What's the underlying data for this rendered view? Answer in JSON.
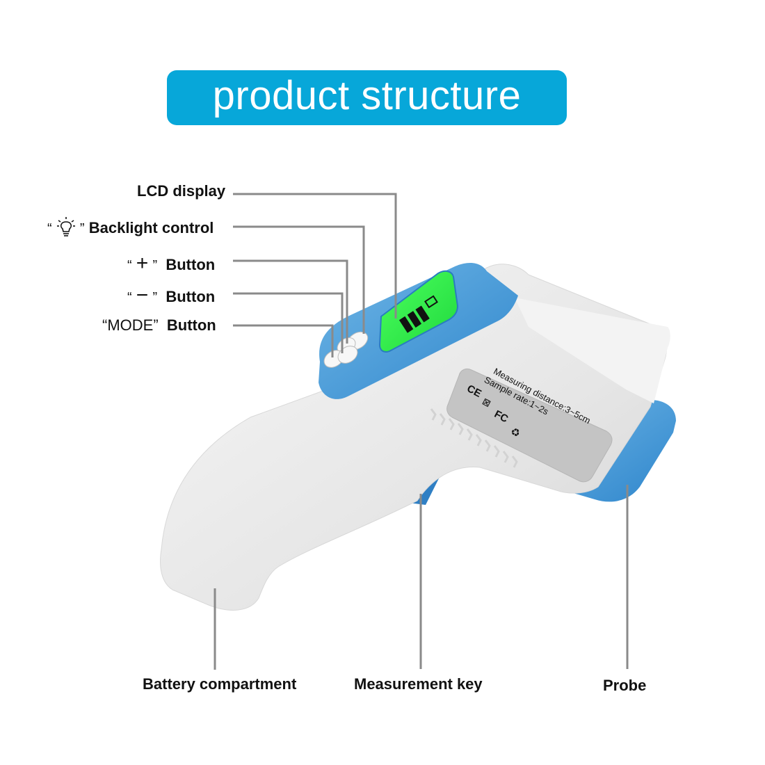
{
  "title": "product structure",
  "colors": {
    "title_bg": "#07a7d9",
    "title_text": "#ffffff",
    "leader_line": "#8a8a8a",
    "body_white": "#ececec",
    "accent_blue": "#3e9ad6",
    "lcd_green": "#2ff04a"
  },
  "callouts_left": [
    {
      "id": "lcd-display",
      "label": "LCD display",
      "symbol": ""
    },
    {
      "id": "backlight-control",
      "label": "Backlight control",
      "symbol": "lightbulb-icon",
      "quote_open": "“",
      "quote_close": "”"
    },
    {
      "id": "plus-button",
      "label": "Button",
      "symbol": "+",
      "quote_open": "“",
      "quote_close": "”"
    },
    {
      "id": "minus-button",
      "label": "Button",
      "symbol": "−",
      "quote_open": "“",
      "quote_close": "”"
    },
    {
      "id": "mode-button",
      "label": "Button",
      "symbol": "MODE",
      "quote_open": "“",
      "quote_close": "”"
    }
  ],
  "callouts_bottom": [
    {
      "id": "battery-compartment",
      "label": "Battery compartment"
    },
    {
      "id": "measurement-key",
      "label": "Measurement key"
    },
    {
      "id": "probe",
      "label": "Probe"
    }
  ],
  "device_label": {
    "line1": "Measuring distance:3~5cm",
    "line2": "Sample rate:1~2s",
    "marks": [
      "CE",
      "WEEE",
      "FC",
      "recycle"
    ]
  }
}
